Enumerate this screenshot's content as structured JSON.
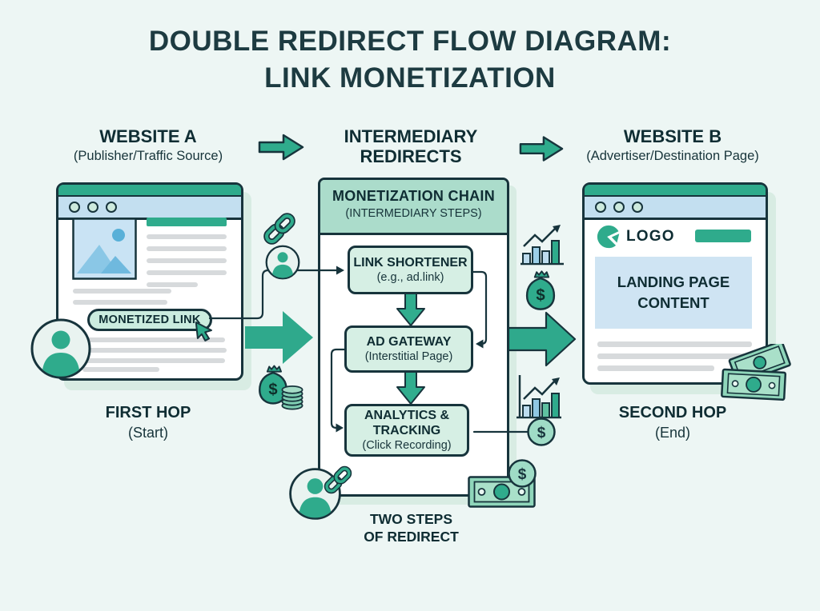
{
  "title": {
    "line1": "DOUBLE REDIRECT FLOW DIAGRAM:",
    "line2": "LINK MONETIZATION"
  },
  "headers": {
    "site_a": {
      "title": "WEBSITE A",
      "subtitle": "(Publisher/Traffic Source)"
    },
    "intermediary": {
      "line1": "INTERMEDIARY",
      "line2": "REDIRECTS"
    },
    "site_b": {
      "title": "WEBSITE B",
      "subtitle": "(Advertiser/Destination Page)"
    }
  },
  "site_a": {
    "link_button": "MONETIZED LINK",
    "caption": "FIRST HOP",
    "caption_sub": "(Start)"
  },
  "chain": {
    "title": "MONETIZATION CHAIN",
    "subtitle": "(INTERMEDIARY STEPS)",
    "steps": [
      {
        "title": "LINK SHORTENER",
        "subtitle": "(e.g., ad.link)"
      },
      {
        "title": "AD GATEWAY",
        "subtitle": "(Interstitial Page)"
      },
      {
        "title": "ANALYTICS & TRACKING",
        "subtitle": "(Click Recording)"
      }
    ],
    "caption_line1": "TWO STEPS",
    "caption_line2": "OF REDIRECT"
  },
  "site_b": {
    "logo": "LOGO",
    "hero_text": "LANDING PAGE CONTENT",
    "caption": "SECOND HOP",
    "caption_sub": "(End)"
  },
  "icons": [
    "link-chain-icon",
    "user-icon",
    "money-bag-icon",
    "coins-stack-icon",
    "growth-chart-icon",
    "dollar-coin-icon",
    "money-bill-icon",
    "cursor-icon",
    "logo-mark-icon",
    "window-dot",
    "arrow-right",
    "arrow-down"
  ],
  "colors": {
    "accent_green": "#2fab8c",
    "dark_outline": "#17343c",
    "light_green_fill": "#cdeadd",
    "header_green": "#abdccb",
    "light_blue": "#c3dff0",
    "panel_blue": "#cfe4f3",
    "gray_line": "#d7dadc",
    "background": "#edf6f4",
    "title_text": "#1d3b41"
  }
}
